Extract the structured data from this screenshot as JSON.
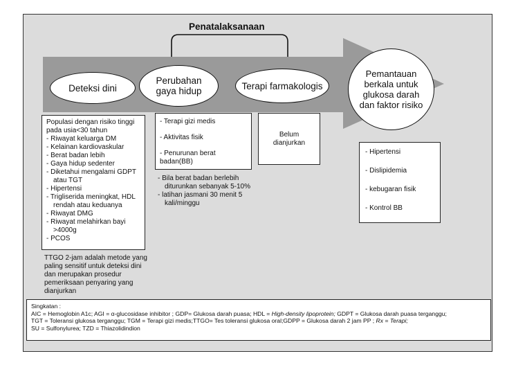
{
  "diagram": {
    "title": "Penatalaksanaan",
    "stages": {
      "detection": "Deteksi dini",
      "lifestyle": "Perubahan gaya hidup",
      "pharma": "Terapi farmakologis",
      "monitoring": "Pemantauan berkala untuk glukosa darah dan faktor risiko"
    },
    "detection_box": {
      "intro": "Populasi dengan risiko tinggi pada usia<30 tahun",
      "items": [
        "- Riwayat keluarga DM",
        "- Kelainan kardiovaskular",
        "- Berat badan lebih",
        "- Gaya hidup sedenter",
        "- Diketahui mengalami GDPT atau TGT",
        "- Hipertensi",
        "- Trigliserida meningkat, HDL rendah atau keduanya",
        "- Riwayat DMG",
        "- Riwayat melahirkan bayi >4000g",
        "- PCOS"
      ]
    },
    "detection_note": "TTGO 2-jam adalah metode yang paling sensitif untuk deteksi dini dan merupakan prosedur pemeriksaan penyaring yang dianjurkan",
    "lifestyle_box": {
      "items": [
        "- Terapi gizi medis",
        "- Aktivitas fisik",
        "- Penurunan berat badan(BB)"
      ]
    },
    "lifestyle_note": {
      "items": [
        "- Bila berat badan berlebih diturunkan  sebanyak 5-10%",
        "- latihan jasmani 30 menit 5 kali/minggu"
      ]
    },
    "pharma_box": "Belum dianjurkan",
    "monitoring_box": {
      "items": [
        "- Hipertensi",
        "- Dislipidemia",
        "- kebugaran fisik",
        "- Kontrol BB"
      ]
    },
    "abbreviations": {
      "heading": "Singkatan :",
      "line1a": "AIC = Hemoglobin A1c; AGI = α-glucosidase inhibitor ; GDP= Glukosa darah puasa; HDL = ",
      "line1b": "High-density lipoprotein;",
      "line1c": " GDPT = Glukosa darah puasa terganggu;",
      "line2a": "TGT = Toleransi  glukosa terganggu; TGM = Terapi gizi medis;TTGO= Tes toleransi glukosa oral;GDPP = Glukosa darah 2 jam PP ; ",
      "line2b": "Rx = Terapi;",
      "line3": "SU = Sulfonylurea; TZD = Thiazolidindion"
    },
    "colors": {
      "background": "#dcdcdc",
      "arrow": "#9a9a9a",
      "box": "#ffffff",
      "stroke": "#111111"
    }
  }
}
